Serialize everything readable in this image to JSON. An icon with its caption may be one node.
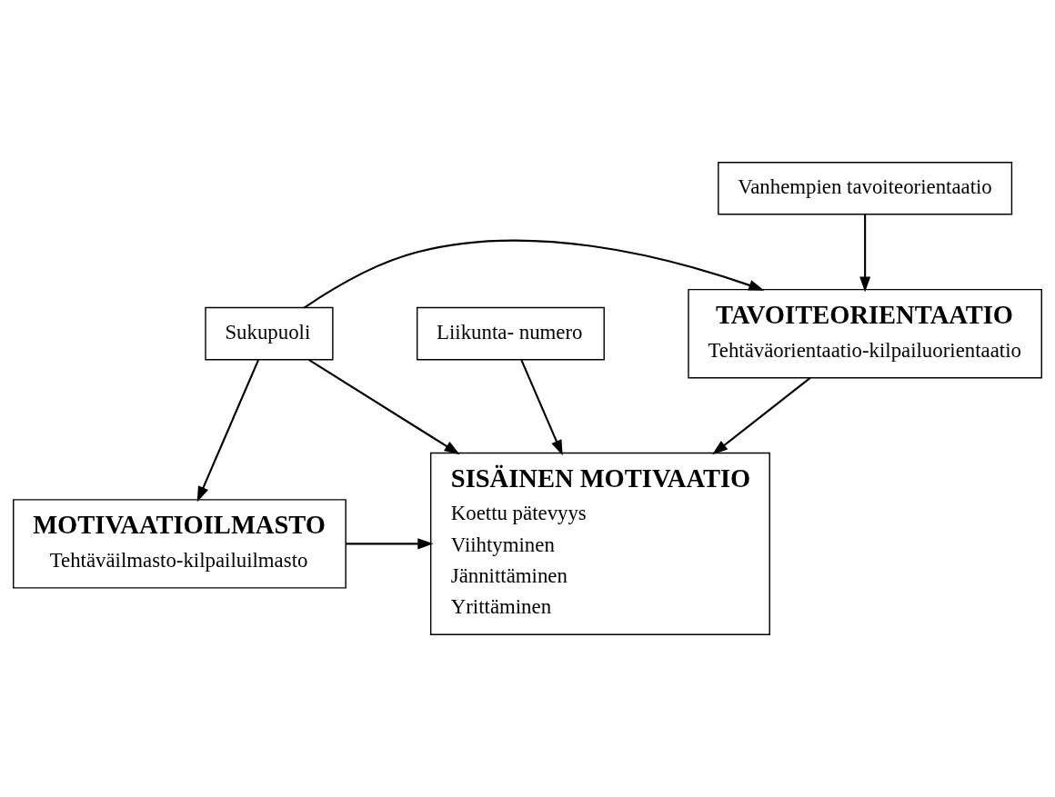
{
  "diagram": {
    "nodes": [
      {
        "text": [
          "Vanhempien tavoiteorientaatio"
        ]
      },
      {
        "text": [
          "Sukupuoli"
        ]
      },
      {
        "text": [
          "TAVOITEORIENTAATIO",
          "Tehtäväorientaatio-kilpailuorientaatio"
        ]
      },
      {
        "text": [
          "Liikunta- numero"
        ]
      },
      {
        "text": [
          "MOTIVAATIOILMASTO",
          "Tehtäväilmasto-kilpailuilmasto"
        ]
      },
      {
        "text": [
          "SISÄINEN MOTIVAATIO",
          "Koettu pätevyys",
          "Viihtyminen",
          "Jännittäminen",
          "Yrittäminen"
        ]
      }
    ],
    "edges": [
      {
        "from": 0,
        "to": 2,
        "arrow": "to"
      },
      {
        "from": 1,
        "to": 2,
        "arrow": "to"
      },
      {
        "from": 1,
        "to": 4,
        "arrow": "to"
      },
      {
        "from": 1,
        "to": 5,
        "arrow": "to"
      },
      {
        "from": 2,
        "to": 5,
        "arrow": "to"
      },
      {
        "from": 3,
        "to": 5,
        "arrow": "to"
      },
      {
        "from": 4,
        "to": 5,
        "arrow": "to"
      }
    ]
  }
}
